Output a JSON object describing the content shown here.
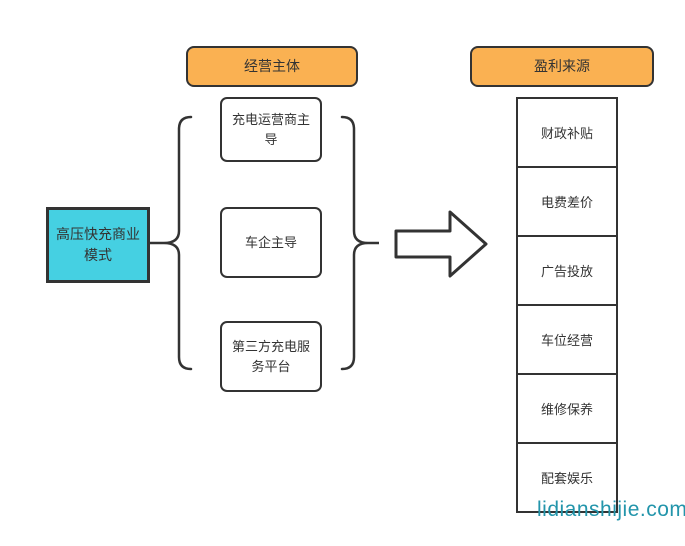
{
  "diagram": {
    "title_node": "高压快充商业模式",
    "operating_entities": {
      "header": "经营主体",
      "nodes": [
        "充电运营商主导",
        "车企主导",
        "第三方充电服务平台"
      ]
    },
    "profit_sources": {
      "header": "盈利来源",
      "cells": [
        "财政补贴",
        "电费差价",
        "广告投放",
        "车位经营",
        "维修保养",
        "配套娱乐"
      ]
    },
    "watermark": "lidianshijie.com",
    "colors": {
      "accent_orange": "#FAB152",
      "accent_cyan": "#45D0E2",
      "line_dark": "#333333",
      "watermark_teal": "#2395AB"
    }
  }
}
